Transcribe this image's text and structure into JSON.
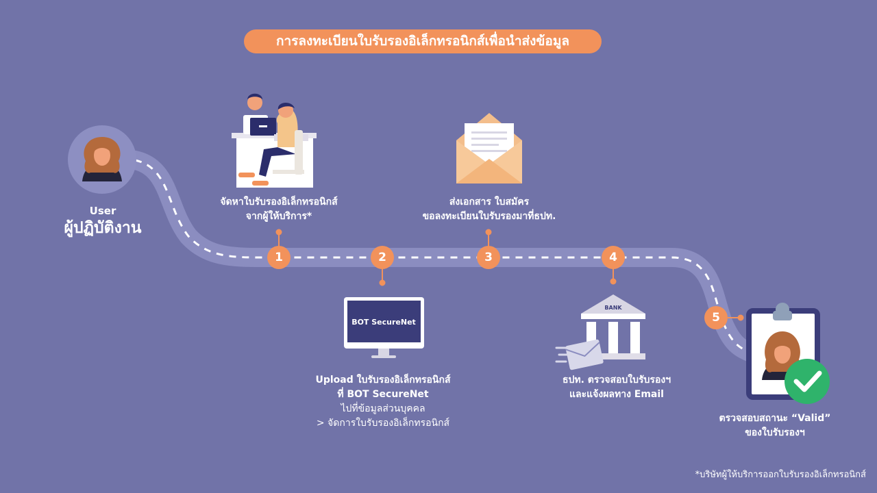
{
  "title": "การลงทะเบียนใบรับรองอิเล็กทรอนิกส์เพื่อนำส่งข้อมูล",
  "user": {
    "label_en": "User",
    "label_th": "ผู้ปฏิบัติงาน"
  },
  "steps": [
    {
      "number": "1",
      "lines": [
        "จัดหาใบรับรองอิเล็กทรอนิกส์",
        "จากผู้ให้บริการ*"
      ],
      "sublines": []
    },
    {
      "number": "2",
      "lines": [
        "Upload ใบรับรองอิเล็กทรอนิกส์",
        "ที่ BOT SecureNet"
      ],
      "sublines": [
        "ไปที่ข้อมูลส่วนบุคคล",
        "> จัดการใบรับรองอิเล็กทรอนิกส์"
      ]
    },
    {
      "number": "3",
      "lines": [
        "ส่งเอกสาร ใบสมัคร",
        "ขอลงทะเบียนใบรับรองมาที่ธปท."
      ],
      "sublines": []
    },
    {
      "number": "4",
      "lines": [
        "ธปท. ตรวจสอบใบรับรองฯ",
        "และแจ้งผลทาง Email"
      ],
      "sublines": []
    },
    {
      "number": "5",
      "lines": [
        "ตรวจสอบสถานะ “Valid”",
        "ของใบรับรองฯ"
      ],
      "sublines": []
    }
  ],
  "monitor_text": "BOT SecureNet",
  "bank_text": "BANK",
  "footnote": "*บริษัทผู้ให้บริการออกใบรับรองอิเล็กทรอนิกส์",
  "colors": {
    "background": "#7173a8",
    "accent": "#f2925b",
    "road": "#8b8dc0",
    "dark": "#23243a",
    "valid": "#2fb36b"
  }
}
